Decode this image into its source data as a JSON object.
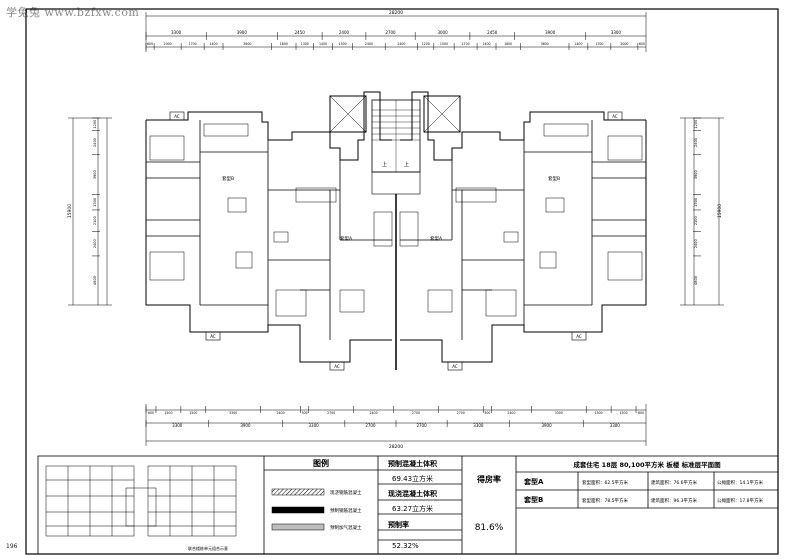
{
  "watermark": "学兔兔 www.bzfxw.com",
  "page_number": "196",
  "plan": {
    "room_label_b": "套型B",
    "room_label_a": "套型A",
    "stair_up": "上",
    "ac_label": "AC",
    "top_total_dim": "28200",
    "top_dims": [
      "3300",
      "3900",
      "2450",
      "2400",
      "2700",
      "3000",
      "2450",
      "3900",
      "3300"
    ],
    "top_sub_dims": [
      "600",
      "2000",
      "1700",
      "1400",
      "3600",
      "1800",
      "1300",
      "1400",
      "1500",
      "2400",
      "2400",
      "1200",
      "1500",
      "1700",
      "1400",
      "1800",
      "3600",
      "1400",
      "1700",
      "2000",
      "600"
    ],
    "bottom_total_dim": "28200",
    "bottom_dims": [
      "3300",
      "3900",
      "3300",
      "2700",
      "2700",
      "3300",
      "3900",
      "3300"
    ],
    "bottom_sub_dims": [
      "600",
      "1500",
      "1500",
      "3300",
      "2400",
      "500",
      "2700",
      "2400",
      "2700",
      "2700",
      "500",
      "2400",
      "3300",
      "1500",
      "1500",
      "600"
    ],
    "left_total_dim": "15900",
    "left_dims": [
      "1200",
      "2400",
      "3900",
      "1500",
      "2100",
      "2400",
      "4800"
    ],
    "right_total_dim": "15900",
    "right_dims": [
      "1200",
      "2400",
      "3900",
      "1500",
      "2100",
      "2400",
      "4800"
    ]
  },
  "thumbnail": {
    "caption": "联合楼栋单元组合示意"
  },
  "legend": {
    "title": "图例",
    "items": [
      {
        "label": "现浇钢筋混凝土",
        "pattern": "hatch"
      },
      {
        "label": "预制钢筋混凝土",
        "pattern": "solid"
      },
      {
        "label": "预制加气混凝土",
        "pattern": "grey"
      }
    ]
  },
  "metrics": {
    "precast_volume_label": "预制混凝土体积",
    "precast_volume_value": "69.43立方米",
    "cast_volume_label": "现浇混凝土体积",
    "cast_volume_value": "63.27立方米",
    "precast_rate_label": "预制率",
    "precast_rate_value": "52.32%",
    "floor_rate_label": "得房率",
    "floor_rate_value": "81.6%"
  },
  "title_block": {
    "project_title": "成套住宅  18层  80,100平方米  板楼  标准层平面图",
    "rows": [
      {
        "type": "套型A",
        "area_use": "套型面积：62.5平方米",
        "area_build": "建筑面积：76.6平方米",
        "area_share": "公摊面积：14.1平方米"
      },
      {
        "type": "套型B",
        "area_use": "套型面积：78.5平方米",
        "area_build": "建筑面积：96.3平方米",
        "area_share": "公摊面积：17.8平方米"
      }
    ]
  }
}
